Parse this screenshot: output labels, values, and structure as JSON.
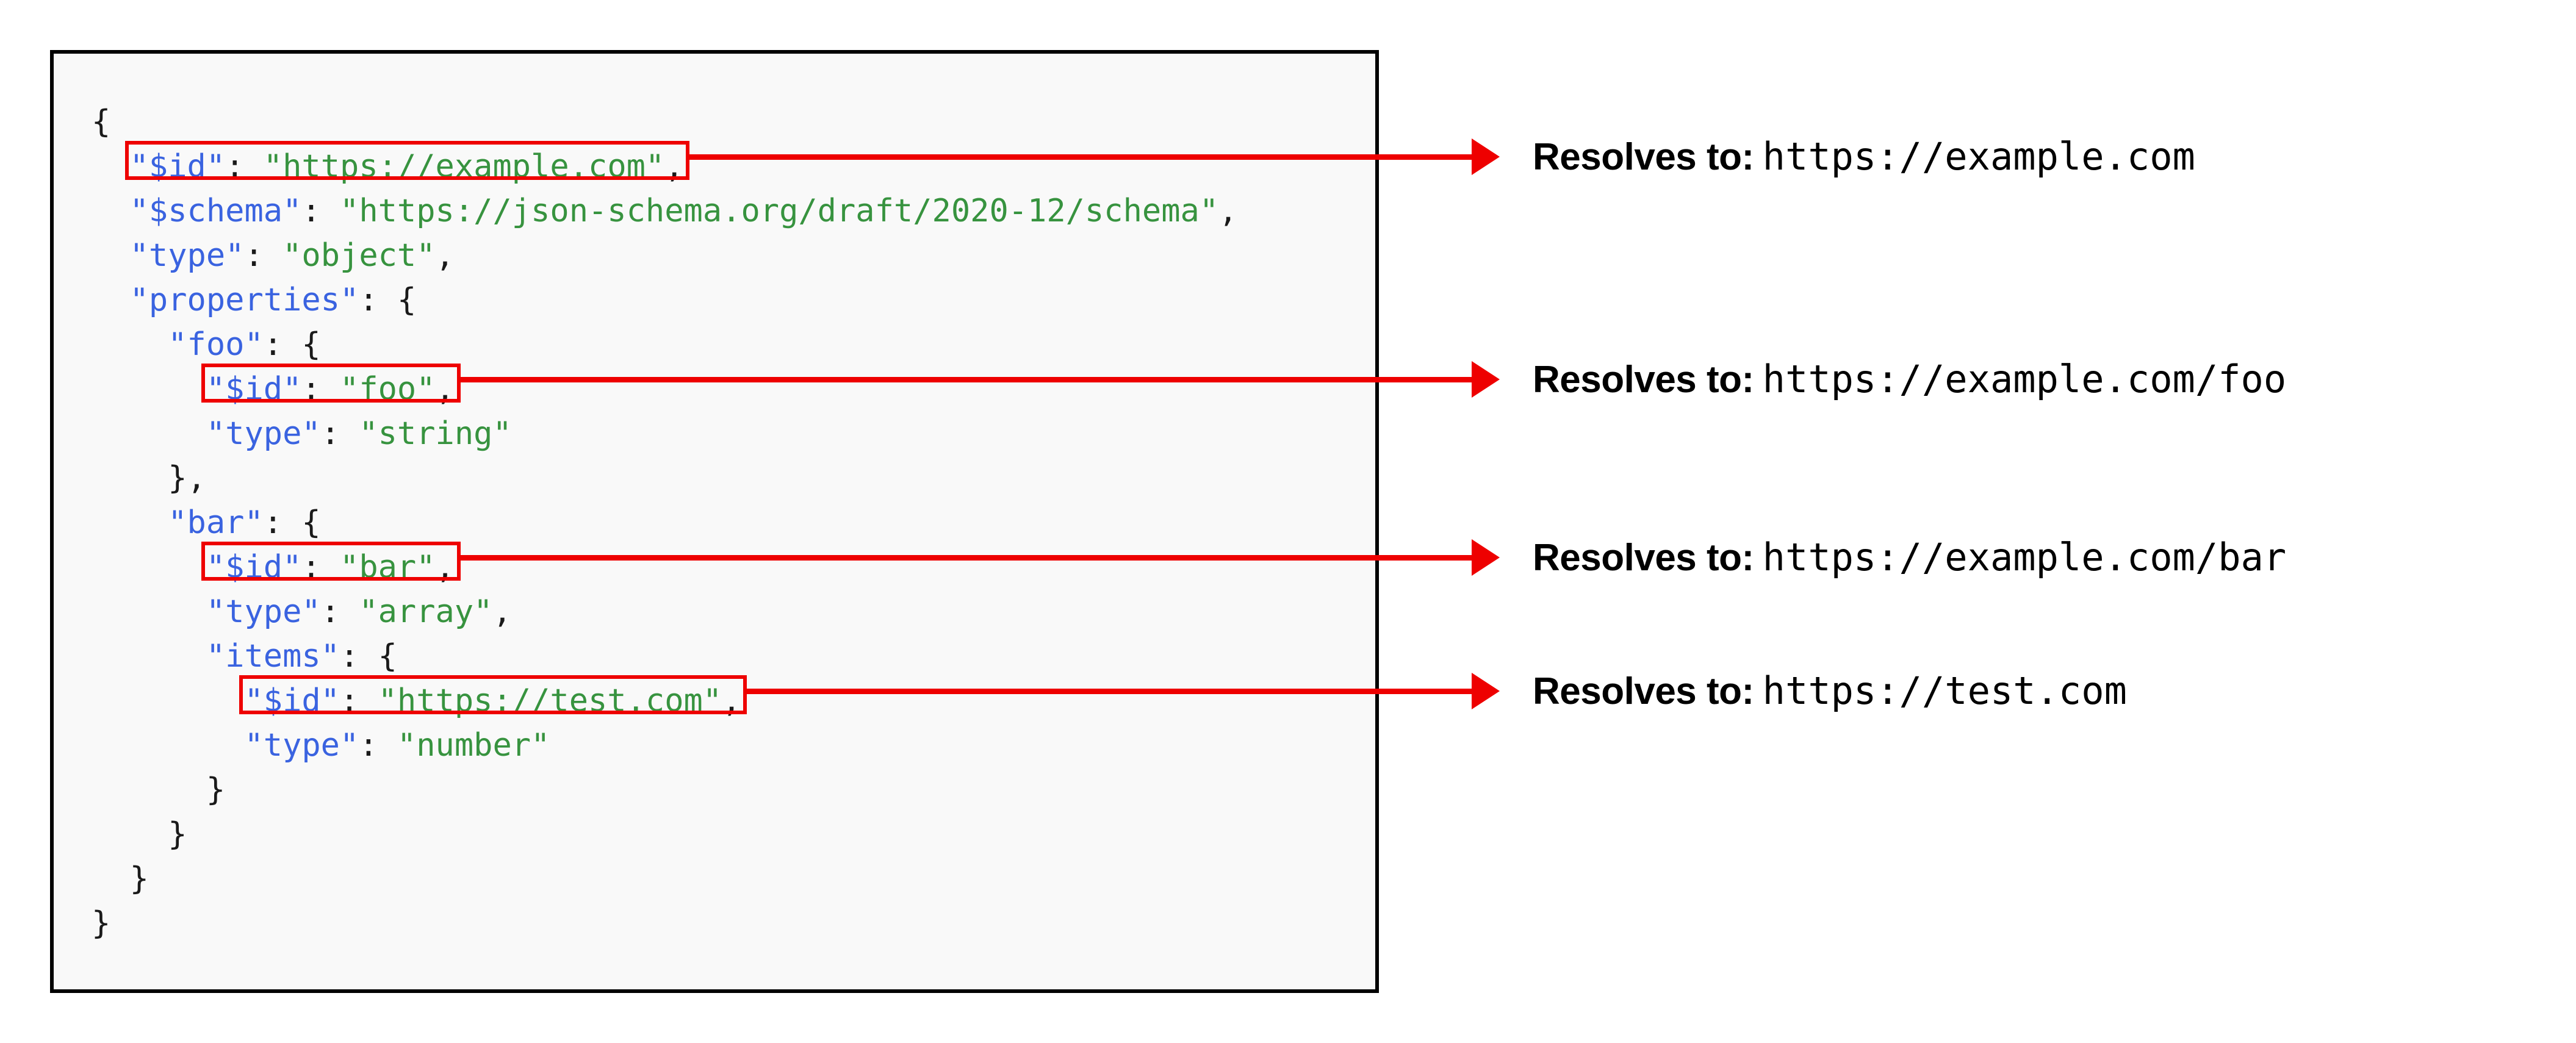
{
  "code_panel": {
    "language": "json",
    "background_color": "#f9f9f9",
    "border_color": "#000000",
    "key_color": "#3a63e0",
    "string_color": "#37933f",
    "punctuation_color": "#1a1a1a",
    "lines": [
      {
        "indent": 0,
        "punc_open": "{",
        "key": "",
        "value": "",
        "tail": ""
      },
      {
        "indent": 1,
        "punc_open": "",
        "key": "\"$id\"",
        "sep": ": ",
        "value": "\"https://example.com\"",
        "tail": ","
      },
      {
        "indent": 1,
        "punc_open": "",
        "key": "\"$schema\"",
        "sep": ": ",
        "value": "\"https://json-schema.org/draft/2020-12/schema\"",
        "tail": ","
      },
      {
        "indent": 1,
        "punc_open": "",
        "key": "\"type\"",
        "sep": ": ",
        "value": "\"object\"",
        "tail": ","
      },
      {
        "indent": 1,
        "punc_open": "",
        "key": "\"properties\"",
        "sep": ": ",
        "value": "",
        "tail": "{"
      },
      {
        "indent": 2,
        "punc_open": "",
        "key": "\"foo\"",
        "sep": ": ",
        "value": "",
        "tail": "{"
      },
      {
        "indent": 3,
        "punc_open": "",
        "key": "\"$id\"",
        "sep": ": ",
        "value": "\"foo\"",
        "tail": ","
      },
      {
        "indent": 3,
        "punc_open": "",
        "key": "\"type\"",
        "sep": ": ",
        "value": "\"string\"",
        "tail": ""
      },
      {
        "indent": 2,
        "punc_open": "},",
        "key": "",
        "value": "",
        "tail": ""
      },
      {
        "indent": 2,
        "punc_open": "",
        "key": "\"bar\"",
        "sep": ": ",
        "value": "",
        "tail": "{"
      },
      {
        "indent": 3,
        "punc_open": "",
        "key": "\"$id\"",
        "sep": ": ",
        "value": "\"bar\"",
        "tail": ","
      },
      {
        "indent": 3,
        "punc_open": "",
        "key": "\"type\"",
        "sep": ": ",
        "value": "\"array\"",
        "tail": ","
      },
      {
        "indent": 3,
        "punc_open": "",
        "key": "\"items\"",
        "sep": ": ",
        "value": "",
        "tail": "{"
      },
      {
        "indent": 4,
        "punc_open": "",
        "key": "\"$id\"",
        "sep": ": ",
        "value": "\"https://test.com\"",
        "tail": ","
      },
      {
        "indent": 4,
        "punc_open": "",
        "key": "\"type\"",
        "sep": ": ",
        "value": "\"number\"",
        "tail": ""
      },
      {
        "indent": 3,
        "punc_open": "}",
        "key": "",
        "value": "",
        "tail": ""
      },
      {
        "indent": 2,
        "punc_open": "}",
        "key": "",
        "value": "",
        "tail": ""
      },
      {
        "indent": 1,
        "punc_open": "}",
        "key": "",
        "value": "",
        "tail": ""
      },
      {
        "indent": 0,
        "punc_open": "}",
        "key": "",
        "value": "",
        "tail": ""
      }
    ]
  },
  "highlights": [
    {
      "name": "highlight-id-root",
      "line_index": 1,
      "color": "#ee0000"
    },
    {
      "name": "highlight-id-foo",
      "line_index": 6,
      "color": "#ee0000"
    },
    {
      "name": "highlight-id-bar",
      "line_index": 10,
      "color": "#ee0000"
    },
    {
      "name": "highlight-id-items",
      "line_index": 13,
      "color": "#ee0000"
    }
  ],
  "annotations": [
    {
      "label": "Resolves to:",
      "url": "https://example.com",
      "arrow_color": "#ee0000"
    },
    {
      "label": "Resolves to:",
      "url": "https://example.com/foo",
      "arrow_color": "#ee0000"
    },
    {
      "label": "Resolves to:",
      "url": "https://example.com/bar",
      "arrow_color": "#ee0000"
    },
    {
      "label": "Resolves to:",
      "url": "https://test.com",
      "arrow_color": "#ee0000"
    }
  ]
}
